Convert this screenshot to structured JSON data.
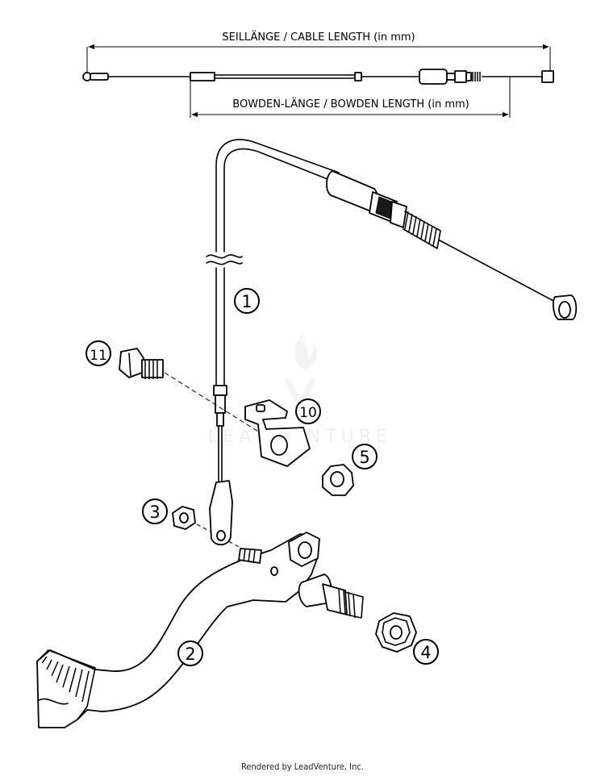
{
  "dimensions": {
    "cable_length_label": "SEILLÄNGE / CABLE LENGTH (in mm)",
    "bowden_length_label": "BOWDEN-LÄNGE / BOWDEN LENGTH (in mm)"
  },
  "callouts": [
    {
      "id": "1",
      "label": "1"
    },
    {
      "id": "11",
      "label": "11"
    },
    {
      "id": "10",
      "label": "10"
    },
    {
      "id": "5",
      "label": "5"
    },
    {
      "id": "3",
      "label": "3"
    },
    {
      "id": "2",
      "label": "2"
    },
    {
      "id": "4",
      "label": "4"
    }
  ],
  "watermark": "LEADVENTURE",
  "footer": "Rendered by LeadVenture, Inc."
}
